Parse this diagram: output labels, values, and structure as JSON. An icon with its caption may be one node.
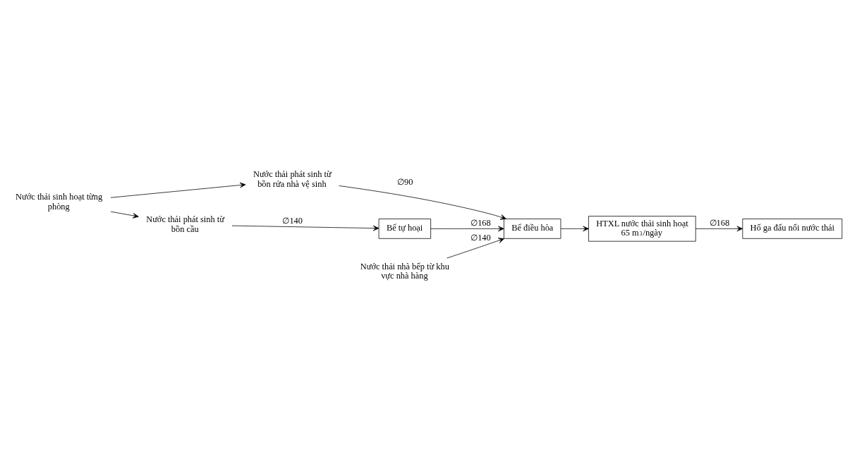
{
  "diagram": {
    "nodes": [
      {
        "text": [
          "Nước thải sinh hoạt từng phòng"
        ]
      },
      {
        "text": [
          "Nước thải phát sinh từ bồn rửa nhà vệ sinh"
        ]
      },
      {
        "text": [
          "Nước thải phát sinh từ bồn cầu"
        ]
      },
      {
        "text": [
          "Bể tự hoại"
        ]
      },
      {
        "text": [
          "Bể điều hòa"
        ]
      },
      {
        "text": [
          "HTXL nước thải sinh hoạt 65 m$^{3}$/ngày"
        ]
      },
      {
        "text": [
          "Hố ga đấu nối nước thải"
        ]
      },
      {
        "text": [
          "Nước thải nhà bếp từ khu vực nhà hàng"
        ]
      }
    ],
    "edges": [
      {
        "from": 0,
        "to": 1,
        "arrow": "to"
      },
      {
        "from": 0,
        "to": 2,
        "arrow": "to"
      },
      {
        "from": 1,
        "to": 4,
        "arrow": "to",
        "label": "∅90"
      },
      {
        "from": 2,
        "to": 3,
        "arrow": "to",
        "label": "∅140"
      },
      {
        "from": 3,
        "to": 4,
        "arrow": "to",
        "label": "∅168"
      },
      {
        "from": 7,
        "to": 4,
        "arrow": "to",
        "label": "∅140"
      },
      {
        "from": 4,
        "to": 5,
        "arrow": "to"
      },
      {
        "from": 5,
        "to": 6,
        "arrow": "to",
        "label": "∅168"
      }
    ]
  }
}
